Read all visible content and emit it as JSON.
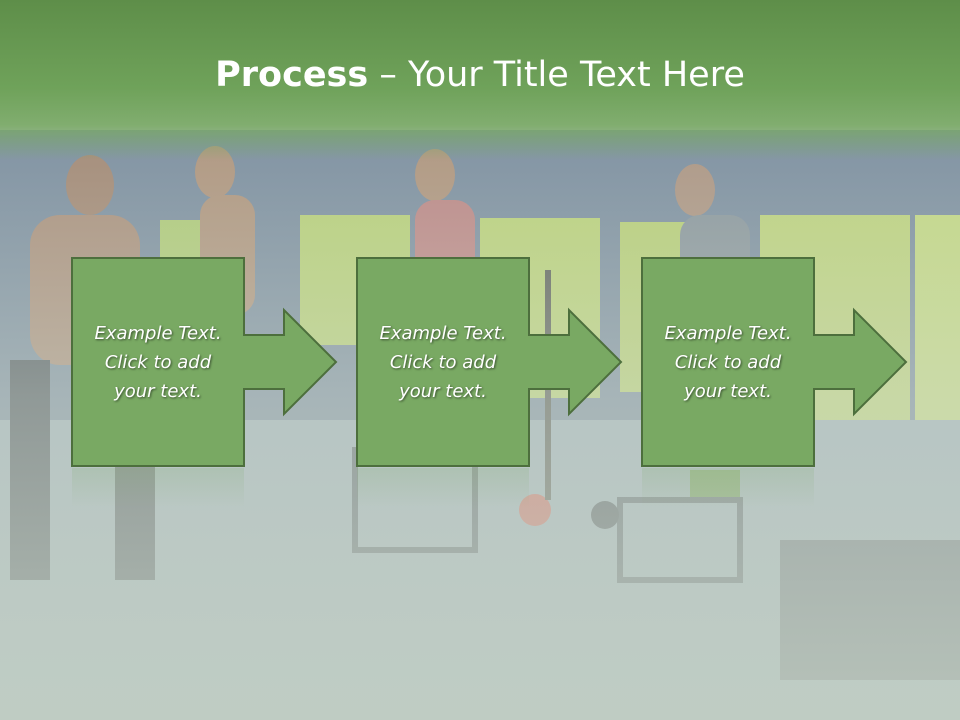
{
  "title": {
    "bold": "Process",
    "rest": " – Your Title Text Here"
  },
  "steps": [
    {
      "line1": "Example Text.",
      "line2": "Click  to add",
      "line3": "your text."
    },
    {
      "line1": "Example Text.",
      "line2": "Click  to add",
      "line3": "your text."
    },
    {
      "line1": "Example Text.",
      "line2": "Click  to add",
      "line3": "your text."
    }
  ],
  "colors": {
    "box_fill": "#79a963",
    "box_border": "#4d6f3d",
    "header": "#659a50"
  }
}
